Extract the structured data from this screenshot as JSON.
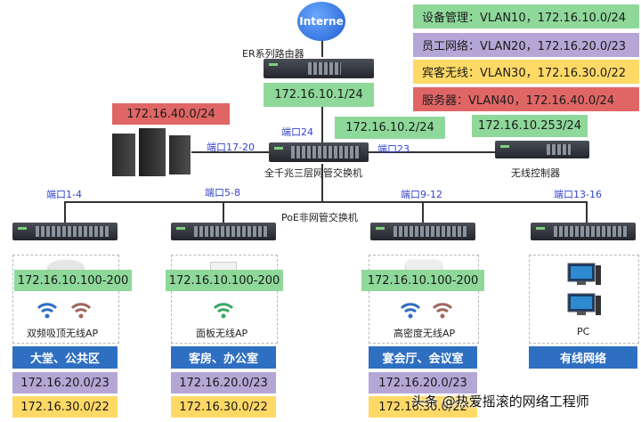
{
  "internet_label": "Interne",
  "router_label": "ER系列路由器",
  "router_ip": "172.16.10.1/24",
  "core_switch_label": "全千兆三层网管交换机",
  "core_switch_ip": "172.16.10.2/24",
  "server_net": "172.16.40.0/24",
  "controller_label": "无线控制器",
  "controller_ip": "172.16.10.253/24",
  "poe_label": "PoE非网管交换机",
  "ports": {
    "p24": "端口24",
    "p17_20": "端口17-20",
    "p23": "端口23",
    "p1_4": "端口1-4",
    "p5_8": "端口5-8",
    "p9_12": "端口9-12",
    "p13_16": "端口13-16"
  },
  "legend": [
    {
      "text": "设备管理：VLAN10，172.16.10.0/24",
      "color": "#8ed89a"
    },
    {
      "text": "员工网络：VLAN20，172.16.20.0/23",
      "color": "#b4a7d6"
    },
    {
      "text": "宾客无线：VLAN30，172.16.30.0/22",
      "color": "#ffd966"
    },
    {
      "text": "服务器：VLAN40，172.16.40.0/24",
      "color": "#e06666"
    }
  ],
  "branches": [
    {
      "ap_range": "172.16.10.100-200",
      "device": "双频吸顶无线AP",
      "area": "大堂、公共区",
      "staff": "172.16.20.0/23",
      "guest": "172.16.30.0/22"
    },
    {
      "ap_range": "172.16.10.100-200",
      "device": "面板无线AP",
      "area": "客房、办公室",
      "staff": "172.16.20.0/23",
      "guest": "172.16.30.0/22"
    },
    {
      "ap_range": "172.16.10.100-200",
      "device": "高密度无线AP",
      "area": "宴会厅、会议室",
      "staff": "172.16.20.0/23",
      "guest": "172.16.30.0/22"
    },
    {
      "device": "PC",
      "area": "有线网络"
    }
  ],
  "watermark": "头条 @热爱摇滚的网络工程师"
}
